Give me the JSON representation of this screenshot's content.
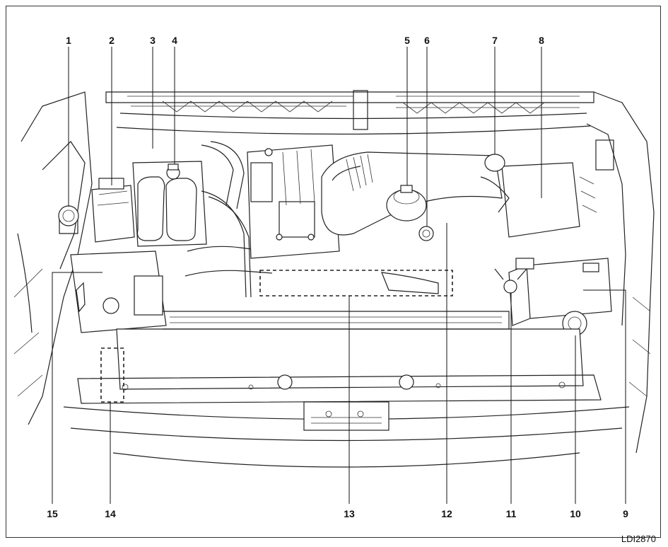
{
  "figure": {
    "reference_code": "LDI2870",
    "callouts": [
      "1",
      "2",
      "3",
      "4",
      "5",
      "6",
      "7",
      "8",
      "9",
      "10",
      "11",
      "12",
      "13",
      "14",
      "15"
    ]
  }
}
